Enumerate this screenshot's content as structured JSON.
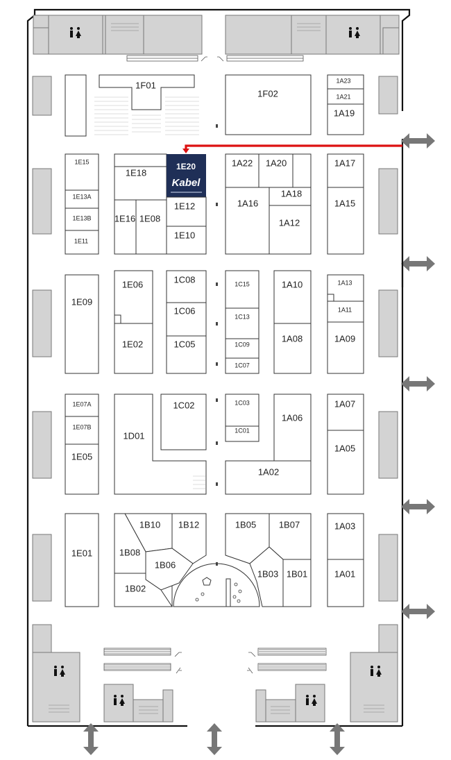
{
  "floorplan": {
    "highlight_booth": "1E20",
    "exhibitor_logo": "Kabel",
    "highlight_color": "#1f2f57",
    "route_color": "#dd1111",
    "restroom_icon": "restroom-icon",
    "booths": {
      "1F01": "1F01",
      "1F02": "1F02",
      "1A23": "1A23",
      "1A21": "1A21",
      "1A19": "1A19",
      "1E15": "1E15",
      "1E13A": "1E13A",
      "1E13B": "1E13B",
      "1E11": "1E11",
      "1E18": "1E18",
      "1E20": "1E20",
      "1E12": "1E12",
      "1E16": "1E16",
      "1E08": "1E08",
      "1E10": "1E10",
      "1A22": "1A22",
      "1A20": "1A20",
      "1A18": "1A18",
      "1A16": "1A16",
      "1A12": "1A12",
      "1A17": "1A17",
      "1A15": "1A15",
      "1E09": "1E09",
      "1E06": "1E06",
      "1E02": "1E02",
      "1C08": "1C08",
      "1C06": "1C06",
      "1C05": "1C05",
      "1C15": "1C15",
      "1C13": "1C13",
      "1C09": "1C09",
      "1C07": "1C07",
      "1A10": "1A10",
      "1A08": "1A08",
      "1A13": "1A13",
      "1A11": "1A11",
      "1A09": "1A09",
      "1E07A": "1E07A",
      "1E07B": "1E07B",
      "1E05": "1E05",
      "1D01": "1D01",
      "1C02": "1C02",
      "1C03": "1C03",
      "1C01": "1C01",
      "1A06": "1A06",
      "1A02": "1A02",
      "1A07": "1A07",
      "1A05": "1A05",
      "1E01": "1E01",
      "1B10": "1B10",
      "1B12": "1B12",
      "1B08": "1B08",
      "1B06": "1B06",
      "1B02": "1B02",
      "1B05": "1B05",
      "1B07": "1B07",
      "1B03": "1B03",
      "1B01": "1B01",
      "1A03": "1A03",
      "1A01": "1A01"
    }
  }
}
